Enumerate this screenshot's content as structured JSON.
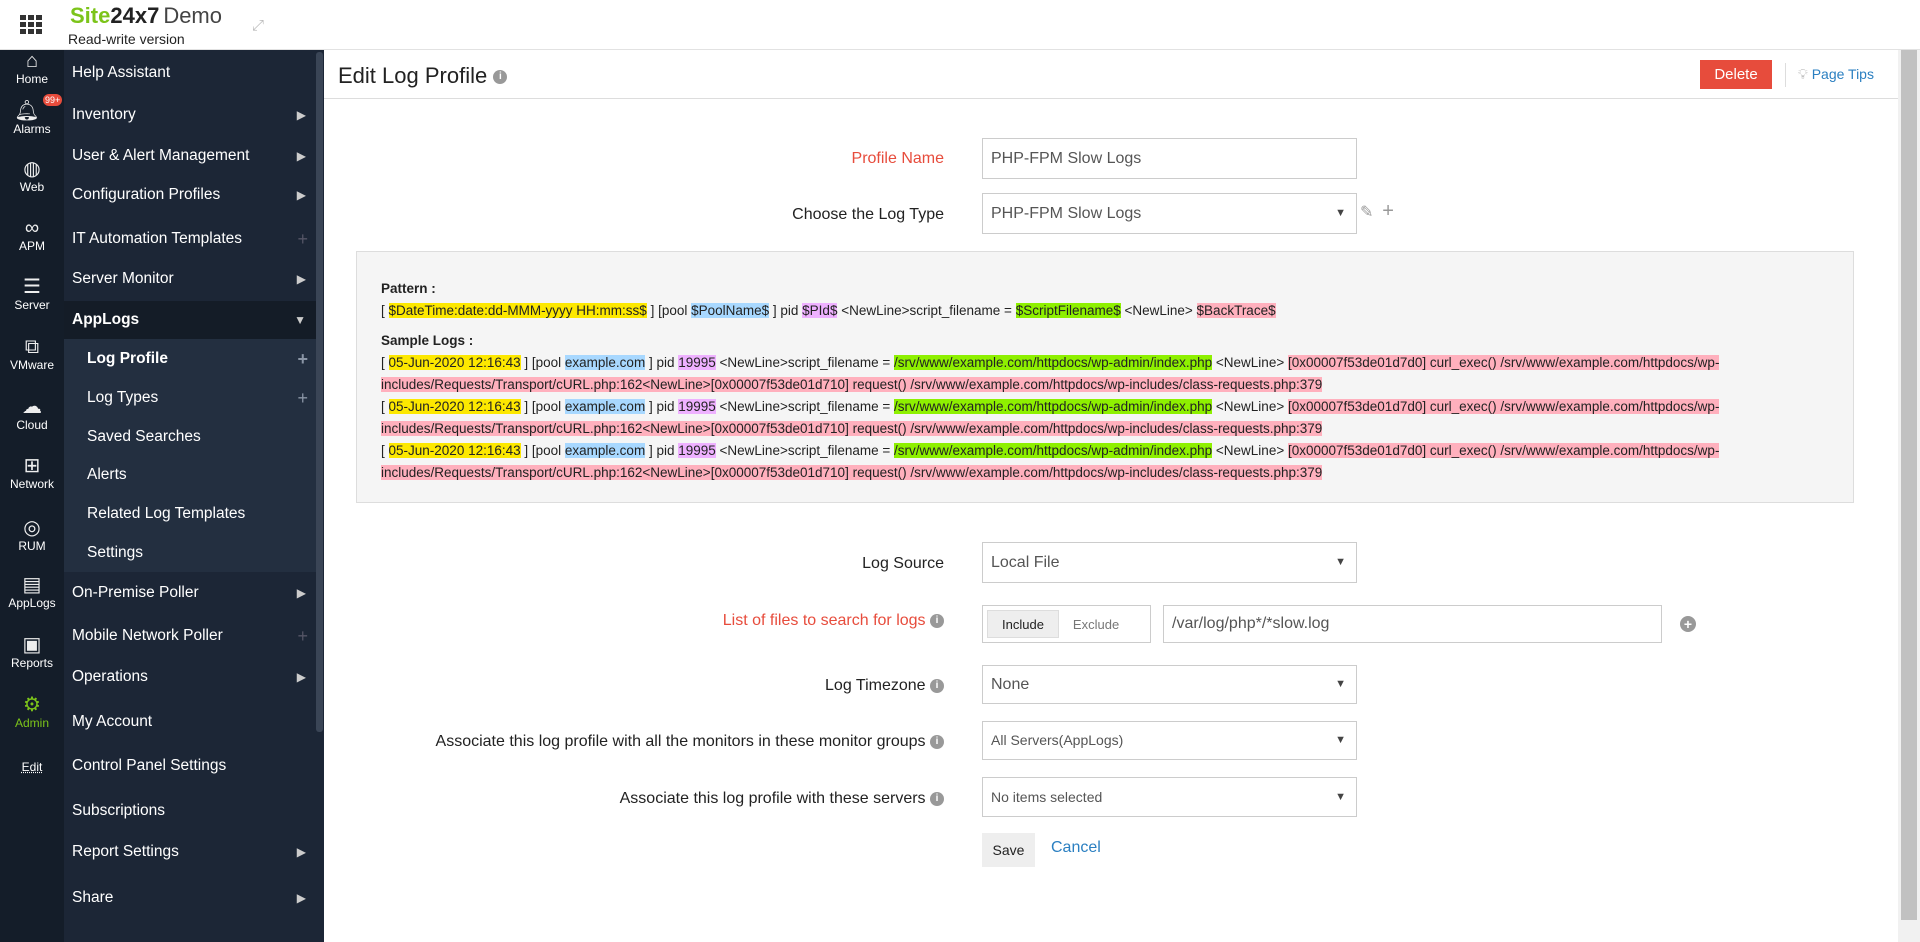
{
  "app": {
    "brand_site": "Site",
    "brand_247": "24x7",
    "brand_demo": "Demo",
    "subtitle": "Read-write version"
  },
  "rail": [
    {
      "label": "Home",
      "icon": "home-icon"
    },
    {
      "label": "Alarms",
      "icon": "bell-icon",
      "badge": "99+"
    },
    {
      "label": "Web",
      "icon": "globe-icon"
    },
    {
      "label": "APM",
      "icon": "binoculars-icon"
    },
    {
      "label": "Server",
      "icon": "server-icon"
    },
    {
      "label": "VMware",
      "icon": "vmware-icon"
    },
    {
      "label": "Cloud",
      "icon": "cloud-icon"
    },
    {
      "label": "Network",
      "icon": "network-icon"
    },
    {
      "label": "RUM",
      "icon": "rum-icon"
    },
    {
      "label": "AppLogs",
      "icon": "applogs-icon"
    },
    {
      "label": "Reports",
      "icon": "reports-icon"
    },
    {
      "label": "Admin",
      "icon": "gear-icon"
    },
    {
      "label": "Edit"
    }
  ],
  "menu": {
    "items": [
      "Help Assistant",
      "Inventory",
      "User & Alert Management",
      "Configuration Profiles",
      "IT Automation Templates",
      "Server Monitor",
      "AppLogs"
    ],
    "sub": [
      "Log Profile",
      "Log Types",
      "Saved Searches",
      "Alerts",
      "Related Log Templates",
      "Settings"
    ],
    "items2": [
      "On-Premise Poller",
      "Mobile Network Poller",
      "Operations",
      "My Account",
      "Control Panel Settings",
      "Subscriptions",
      "Report Settings",
      "Share"
    ]
  },
  "header": {
    "title": "Edit Log Profile",
    "delete": "Delete",
    "page_tips": "Page Tips"
  },
  "form": {
    "profile_name_label": "Profile Name",
    "profile_name": "PHP-FPM Slow Logs",
    "log_type_label": "Choose the Log Type",
    "log_type": "PHP-FPM Slow Logs",
    "log_source_label": "Log Source",
    "log_source": "Local File",
    "files_label": "List of files to search for logs",
    "include": "Include",
    "exclude": "Exclude",
    "file_path": "/var/log/php*/*slow.log",
    "timezone_label": "Log Timezone",
    "timezone": "None",
    "groups_label": "Associate this log profile with all the monitors in these monitor groups",
    "groups": "All Servers(AppLogs)",
    "servers_label": "Associate this log profile with these servers",
    "servers": "No items selected",
    "save": "Save",
    "cancel": "Cancel"
  },
  "pattern": {
    "pattern_label": "Pattern :",
    "pattern": [
      [
        "",
        "[ "
      ],
      [
        "y",
        "$DateTime:date:dd-MMM-yyyy HH:mm:ss$"
      ],
      [
        "",
        " ] [pool "
      ],
      [
        "b",
        "$PoolName$"
      ],
      [
        "",
        " ] pid "
      ],
      [
        "p",
        "$PId$"
      ],
      [
        "",
        " <NewLine>script_filename = "
      ],
      [
        "g",
        "$ScriptFilename$"
      ],
      [
        "",
        " <NewLine> "
      ],
      [
        "r",
        "$BackTrace$"
      ]
    ],
    "sample_label": "Sample Logs :",
    "sample": [
      [
        "",
        "[ "
      ],
      [
        "y",
        "05-Jun-2020 12:16:43"
      ],
      [
        "",
        " ] [pool "
      ],
      [
        "b",
        "example.com"
      ],
      [
        "",
        " ] pid "
      ],
      [
        "p",
        "19995"
      ],
      [
        "",
        " <NewLine>script_filename = "
      ],
      [
        "g",
        "/srv/www/example.com/httpdocs/wp-admin/index.php"
      ],
      [
        "",
        " <NewLine> "
      ],
      [
        "r",
        "[0x00007f53de01d7d0] curl_exec() /srv/www/example.com/httpdocs/wp-includes/Requests/Transport/cURL.php:162<NewLine>[0x00007f53de01d710] request() /srv/www/example.com/httpdocs/wp-includes/class-requests.php:379"
      ]
    ],
    "sample_count": 3
  },
  "colors": {
    "accent_red": "#e74c3c",
    "link": "#2a7fc1",
    "brand_green": "#7cc41a",
    "sidebar": "#1c2636"
  }
}
